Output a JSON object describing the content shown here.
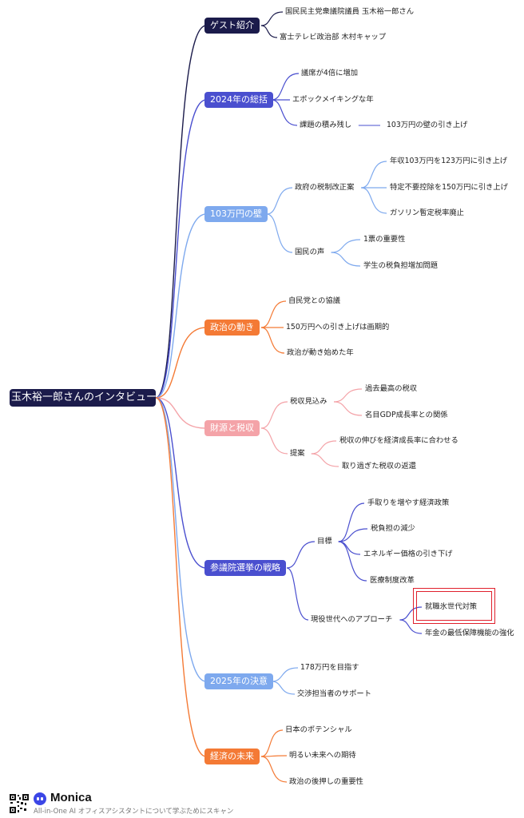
{
  "root": {
    "label": "玉木裕一郎さんのインタビュー"
  },
  "branches": [
    {
      "label": "ゲスト紹介",
      "color": "#1b1b4b",
      "children": [
        {
          "label": "国民民主党衆議院議員 玉木裕一郎さん"
        },
        {
          "label": "富士テレビ政治部 木村キャップ"
        }
      ]
    },
    {
      "label": "2024年の総括",
      "color": "#4a4fcf",
      "children": [
        {
          "label": "議席が4倍に増加"
        },
        {
          "label": "エポックメイキングな年"
        },
        {
          "label": "課題の積み残し",
          "children": [
            {
              "label": "103万円の壁の引き上げ"
            }
          ]
        }
      ]
    },
    {
      "label": "103万円の壁",
      "color": "#7ea9ee",
      "children": [
        {
          "label": "政府の税制改正案",
          "children": [
            {
              "label": "年収103万円を123万円に引き上げ"
            },
            {
              "label": "特定不要控除を150万円に引き上げ"
            },
            {
              "label": "ガソリン暫定税率廃止"
            }
          ]
        },
        {
          "label": "国民の声",
          "children": [
            {
              "label": "1票の重要性"
            },
            {
              "label": "学生の税負担増加問題"
            }
          ]
        }
      ]
    },
    {
      "label": "政治の動き",
      "color": "#f47a35",
      "children": [
        {
          "label": "自民党との協議"
        },
        {
          "label": "150万円への引き上げは画期的"
        },
        {
          "label": "政治が動き始めた年"
        }
      ]
    },
    {
      "label": "財源と税収",
      "color": "#f4a3a8",
      "children": [
        {
          "label": "税収見込み",
          "children": [
            {
              "label": "過去最高の税収"
            },
            {
              "label": "名目GDP成長率との関係"
            }
          ]
        },
        {
          "label": "提案",
          "children": [
            {
              "label": "税収の伸びを経済成長率に合わせる"
            },
            {
              "label": "取り過ぎた税収の返還"
            }
          ]
        }
      ]
    },
    {
      "label": "参議院選挙の戦略",
      "color": "#4a4fcf",
      "children": [
        {
          "label": "目標",
          "children": [
            {
              "label": "手取りを増やす経済政策"
            },
            {
              "label": "税負担の減少"
            },
            {
              "label": "エネルギー価格の引き下げ"
            },
            {
              "label": "医療制度改革"
            }
          ]
        },
        {
          "label": "現役世代へのアプローチ",
          "children": [
            {
              "label": "就職氷世代対策"
            },
            {
              "label": "年金の最低保障機能の強化"
            }
          ]
        }
      ]
    },
    {
      "label": "2025年の決意",
      "color": "#7ea9ee",
      "children": [
        {
          "label": "178万円を目指す"
        },
        {
          "label": "交渉担当者のサポート"
        }
      ]
    },
    {
      "label": "経済の未来",
      "color": "#f47a35",
      "children": [
        {
          "label": "日本のポテンシャル"
        },
        {
          "label": "明るい未来への期待"
        },
        {
          "label": "政治の後押しの重要性"
        }
      ]
    }
  ],
  "footer": {
    "brand": "Monica",
    "tagline": "All-in-One AI オフィスアシスタントについて学ぶためにスキャン"
  }
}
